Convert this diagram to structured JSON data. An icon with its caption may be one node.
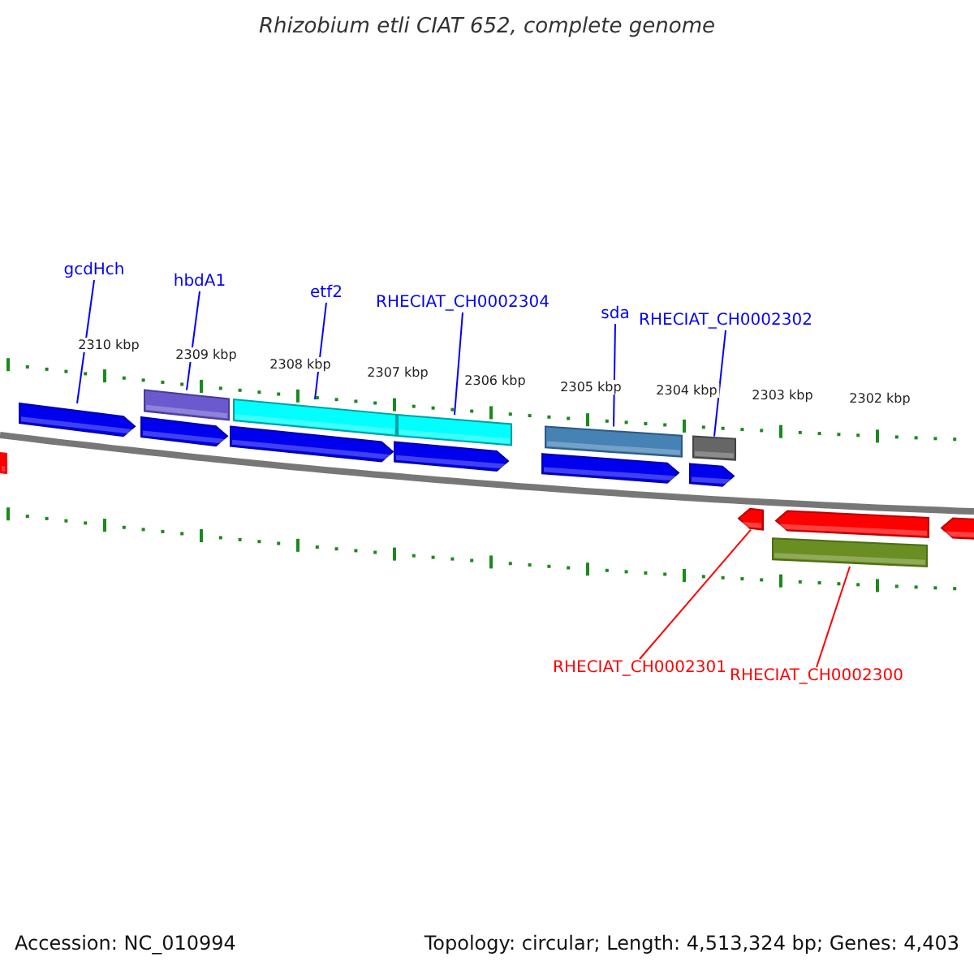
{
  "diagram": {
    "title": "Rhizobium etli CIAT 652, complete genome",
    "nodes": [
      {
        "text": [
          "gcdHch"
        ]
      },
      {
        "text": [
          "hbdA1"
        ]
      },
      {
        "text": [
          "etf2"
        ]
      },
      {
        "text": [
          "RHECIAT_CH0002304"
        ]
      },
      {
        "text": [
          "sda"
        ]
      },
      {
        "text": [
          "RHECIAT_CH0002302"
        ]
      },
      {
        "text": [
          "RHECIAT_CH0002301"
        ]
      },
      {
        "text": [
          "RHECIAT_CH0002300"
        ]
      },
      {
        "text": [],
        "shape": "bar"
      },
      {
        "text": [],
        "shape": "bar"
      },
      {
        "text": [],
        "shape": "bar"
      },
      {
        "text": [],
        "shape": "bar"
      },
      {
        "text": [],
        "shape": "bar"
      },
      {
        "text": [],
        "shape": "arrow"
      },
      {
        "text": [],
        "shape": "arrow"
      },
      {
        "text": [],
        "shape": "arrow"
      },
      {
        "text": [],
        "shape": "arrow"
      },
      {
        "text": [],
        "shape": "arrow"
      },
      {
        "text": [],
        "shape": "arrow"
      },
      {
        "text": [],
        "shape": "bar"
      },
      {
        "text": [],
        "shape": "arrow"
      },
      {
        "text": [],
        "shape": "arrow"
      },
      {
        "text": [],
        "shape": "arrow"
      },
      {
        "text": [],
        "shape": "bar"
      }
    ],
    "edges": [
      {
        "from": 0,
        "to": 13,
        "arrow": "none"
      },
      {
        "from": 1,
        "to": 8,
        "arrow": "none"
      },
      {
        "from": 2,
        "to": 9,
        "arrow": "none"
      },
      {
        "from": 3,
        "to": 10,
        "arrow": "none"
      },
      {
        "from": 4,
        "to": 11,
        "arrow": "none"
      },
      {
        "from": 5,
        "to": 12,
        "arrow": "none"
      },
      {
        "from": 6,
        "to": 20,
        "arrow": "none",
        "color": "#ff0000"
      },
      {
        "from": 7,
        "to": 23,
        "arrow": "none",
        "color": "#ff0000"
      }
    ],
    "labels": [
      "2310 kbp",
      "2309 kbp",
      "2308 kbp",
      "2307 kbp",
      "2306 kbp",
      "2305 kbp",
      "2304 kbp",
      "2303 kbp",
      "2302 kbp",
      "Accession: NC_010994",
      "Topology: circular; Length: 4,513,324 bp; Genes: 4,403"
    ]
  }
}
